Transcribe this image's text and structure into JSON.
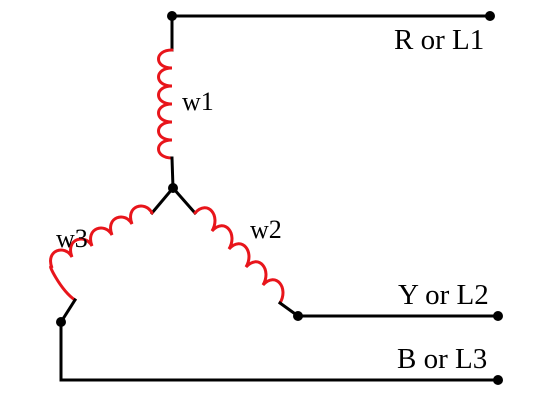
{
  "winding_labels": {
    "w1": "w1",
    "w2": "w2",
    "w3": "w3"
  },
  "line_labels": {
    "l1": "R or L1",
    "l2": "Y or L2",
    "l3": "B or L3"
  },
  "colors": {
    "wire": "#000000",
    "coil": "#e8151b",
    "background": "#ffffff"
  }
}
